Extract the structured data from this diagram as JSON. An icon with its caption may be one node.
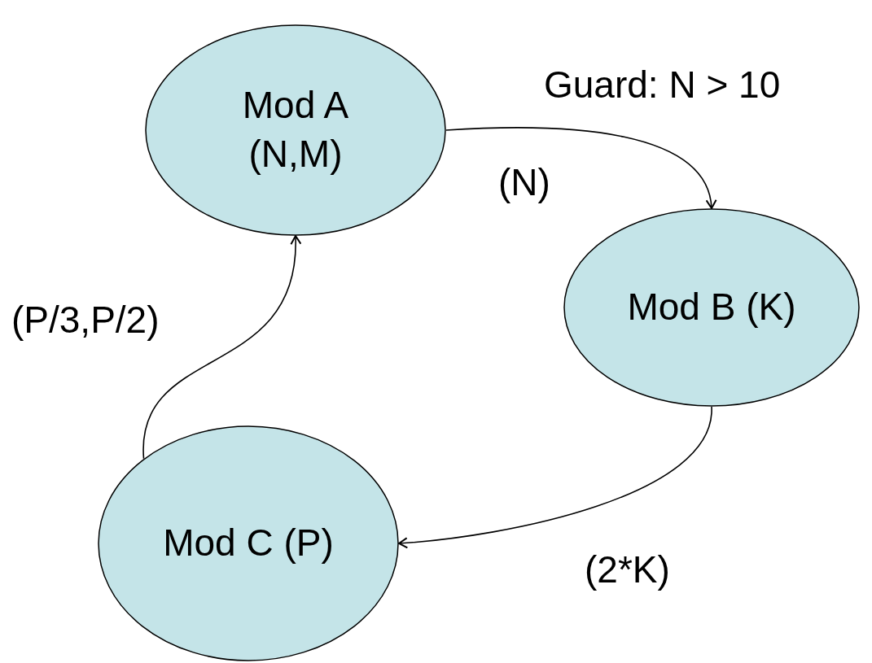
{
  "diagram": {
    "nodes": [
      {
        "text": [
          "Mod A (N,M)"
        ]
      },
      {
        "text": [
          "Mod B (K)"
        ]
      },
      {
        "text": [
          "Mod C (P)"
        ]
      }
    ],
    "edges": [
      {
        "from": 0,
        "to": 1,
        "arrow": "to",
        "label": "(N)"
      },
      {
        "from": 1,
        "to": 2,
        "arrow": "to",
        "label": "(2*K)"
      },
      {
        "from": 2,
        "to": 0,
        "arrow": "to",
        "label": "(P/3,P/2)"
      }
    ],
    "labels": [
      "Guard: N > 10"
    ]
  }
}
